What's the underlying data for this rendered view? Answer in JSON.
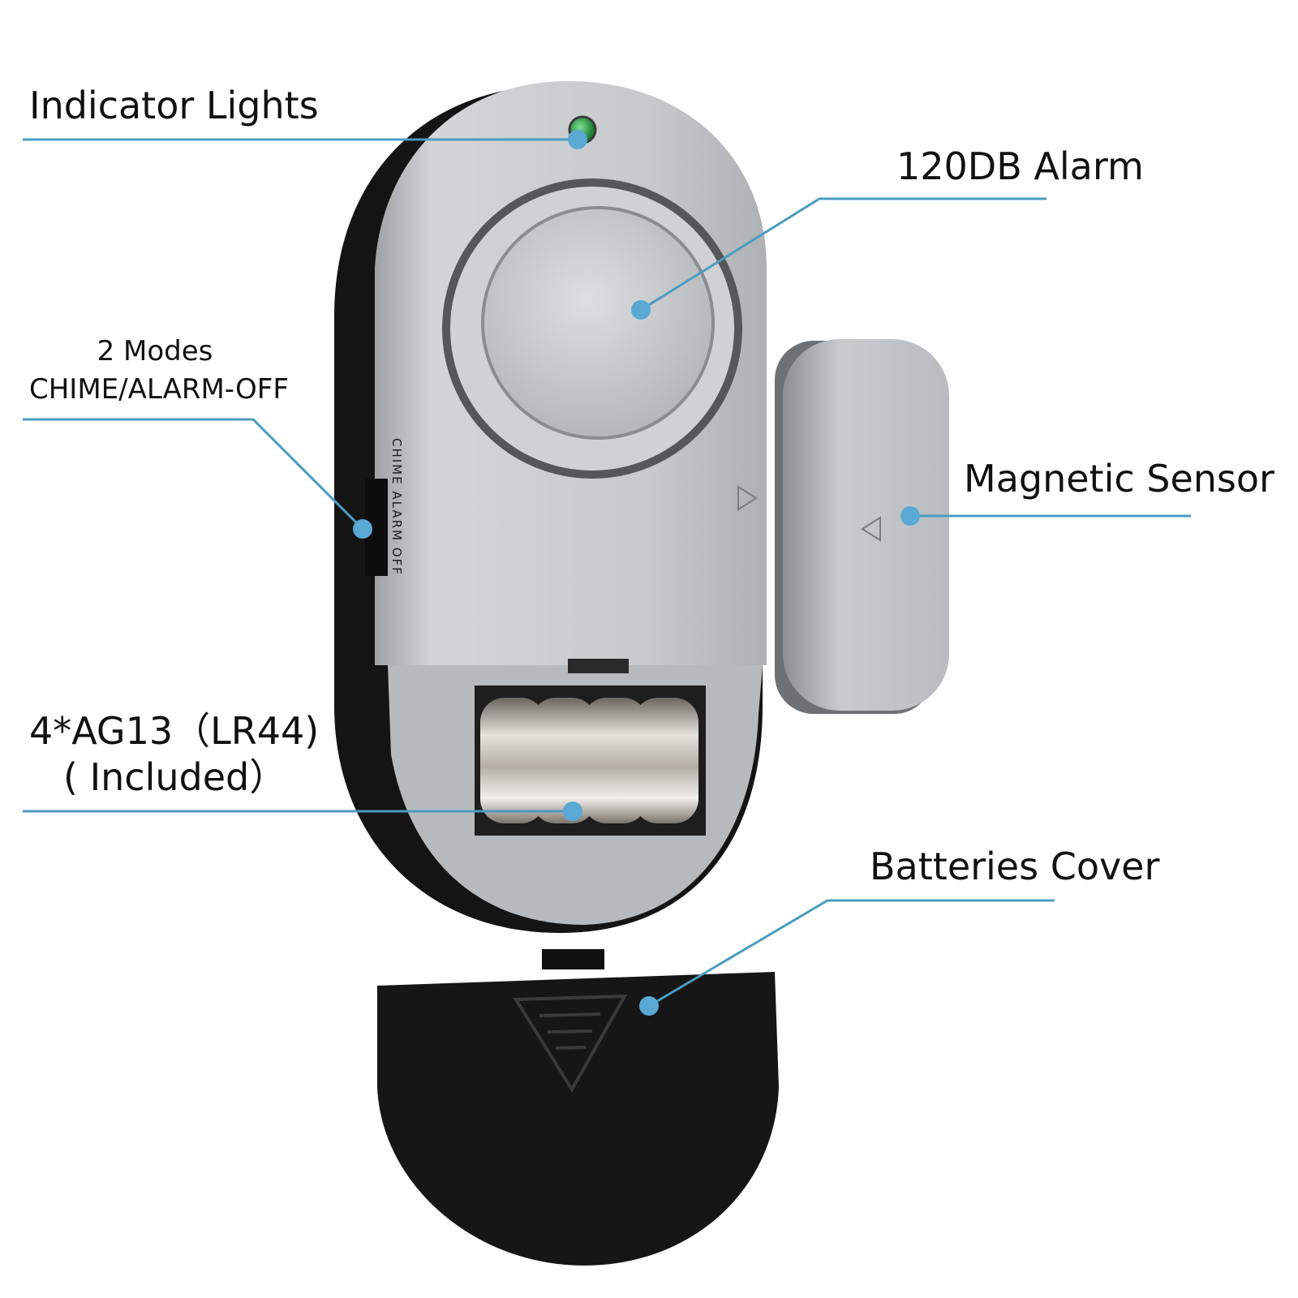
{
  "colors": {
    "leader_line": "#4a9cc0",
    "leader_dot": "#5aa8d4",
    "silver_body": "#c9cbcd",
    "black_housing": "#141414",
    "led_green": "#1a9a3a"
  },
  "callouts": {
    "indicator_lights": "Indicator Lights",
    "alarm": "120DB Alarm",
    "modes_line1": "2 Modes",
    "modes_line2": "CHIME/ALARM-OFF",
    "magnetic_sensor": "Magnetic Sensor",
    "batteries_line1": "4*AG13（LR44)",
    "batteries_line2": "( Included）",
    "batteries_cover": "Batteries Cover"
  },
  "device": {
    "switch_text": "CHIME  ALARM  OFF"
  }
}
